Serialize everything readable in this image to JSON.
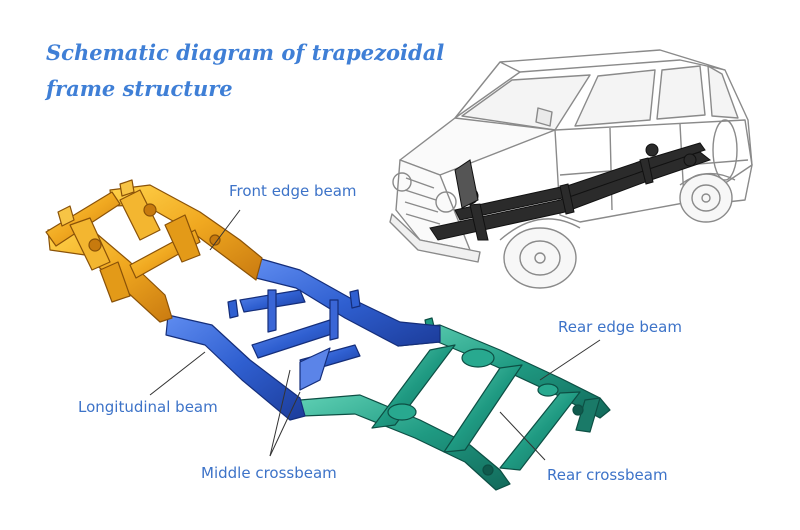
{
  "title": {
    "line1": "Schematic diagram of trapezoidal",
    "line2": "frame structure"
  },
  "labels": {
    "front_edge_beam": "Front edge beam",
    "longitudinal_beam": "Longitudinal beam",
    "middle_crossbeam": "Middle crossbeam",
    "rear_edge_beam": "Rear edge beam",
    "rear_crossbeam": "Rear crossbeam"
  },
  "colors": {
    "title": "#3f7fd6",
    "label_text": "#3d73c8",
    "front_section": "#e8a21c",
    "middle_section": "#2f5fd0",
    "rear_section": "#1f9a82",
    "leader_line": "#333333"
  }
}
